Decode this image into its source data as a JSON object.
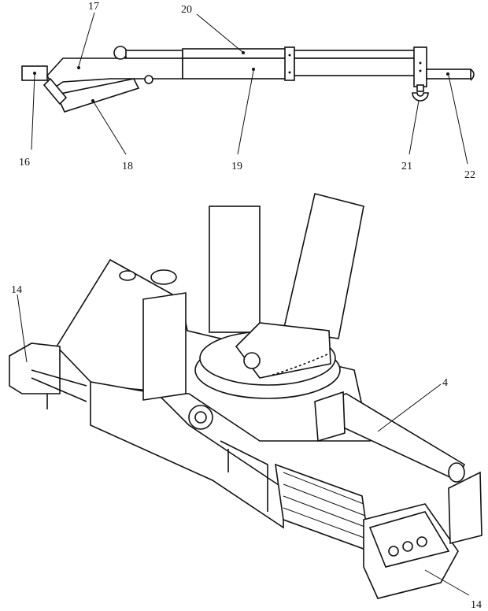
{
  "figure": {
    "top_labels": {
      "a": "17",
      "b": "20",
      "c": "16",
      "d": "18",
      "e": "19",
      "f": "21",
      "g": "22"
    },
    "bottom_labels": {
      "a": "14",
      "b": "4",
      "c": "14"
    }
  }
}
